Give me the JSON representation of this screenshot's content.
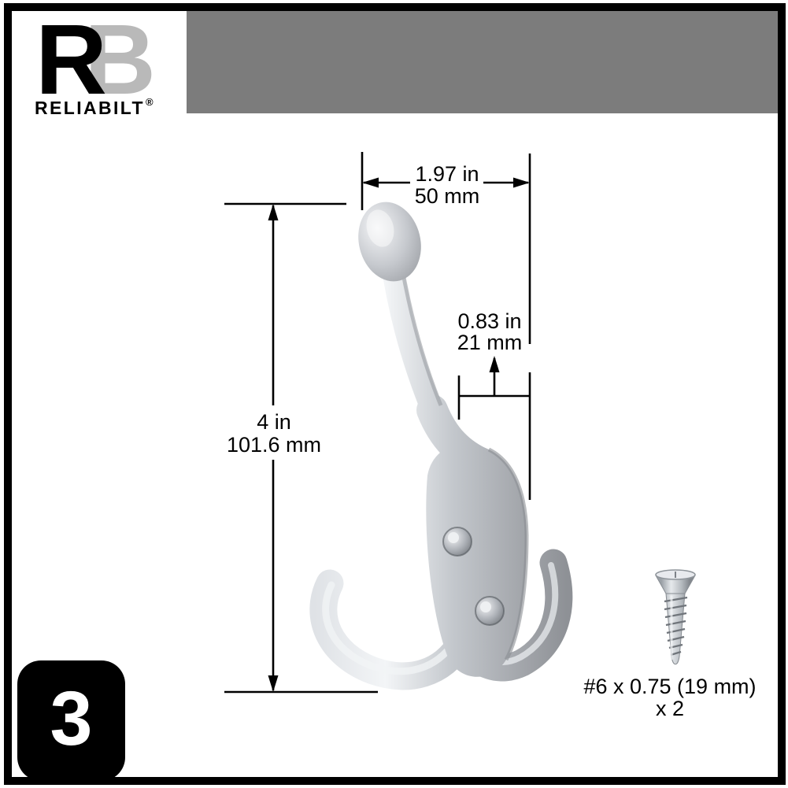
{
  "brand": {
    "monogram_r": "R",
    "monogram_b": "B",
    "wordmark": "RELIABILT",
    "registered_mark": "®"
  },
  "dimensions": {
    "width_in": "1.97 in",
    "width_mm": "50 mm",
    "projection_in": "0.83 in",
    "projection_mm": "21 mm",
    "height_in": "4 in",
    "height_mm": "101.6 mm"
  },
  "hardware": {
    "screw_spec": "#6 x 0.75 (19 mm)",
    "screw_quantity": "x 2"
  },
  "badge": {
    "number": "3"
  },
  "colors": {
    "top_bar_gray": "#7c7c7c",
    "logo_b_gray": "#b9b9b9",
    "frame_black": "#000000",
    "badge_background": "#000000",
    "badge_number_white": "#ffffff",
    "dimension_line_black": "#000000",
    "hook_metal_silver": "#c6c9ce",
    "screw_zinc": "#c8ccd0"
  }
}
